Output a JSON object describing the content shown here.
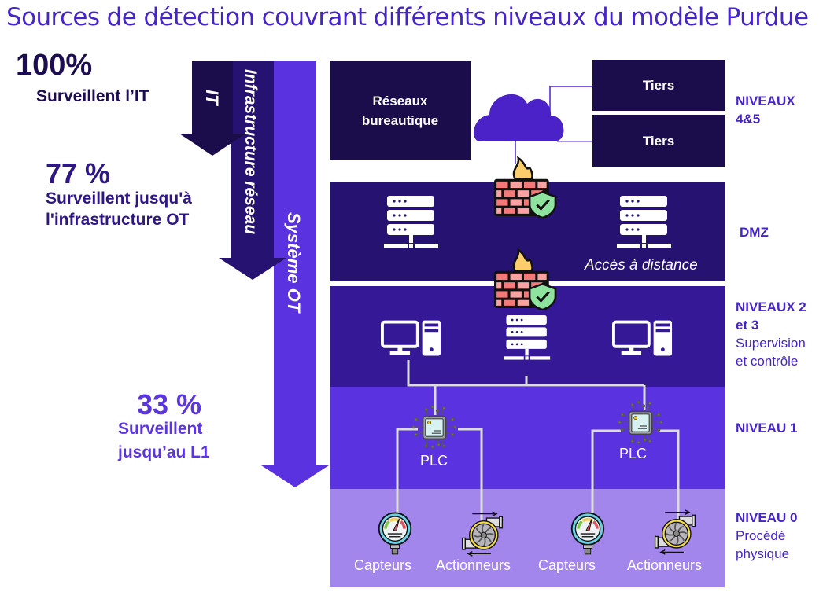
{
  "title": "Sources de détection couvrant différents niveaux du modèle Purdue",
  "stats": [
    {
      "value": "100%",
      "label": "Surveillent l’IT"
    },
    {
      "value": "77 %",
      "label_line1": "Surveillent jusqu'à",
      "label_line2": "l'infrastructure OT"
    },
    {
      "value": "33 %",
      "label_line1": "Surveillent",
      "label_line2": "jusqu’au L1"
    }
  ],
  "arrows": {
    "it": "IT",
    "infra": "Infrastructure réseau",
    "ot": "Système OT"
  },
  "levels_4_5": {
    "office_network_line1": "Réseaux",
    "office_network_line2": "bureautique",
    "third_party_1": "Tiers",
    "third_party_2": "Tiers",
    "label_line1": "NIVEAUX",
    "label_line2": "4&5"
  },
  "dmz": {
    "remote_access": "Accès à distance",
    "label": "DMZ"
  },
  "levels_2_3": {
    "label_line1": "NIVEAUX 2",
    "label_line2": "et 3",
    "desc_line1": "Supervision",
    "desc_line2": "et contrôle"
  },
  "level_1": {
    "plc_1": "PLC",
    "plc_2": "PLC",
    "label": "NIVEAU 1"
  },
  "level_0": {
    "devices": [
      "Capteurs",
      "Actionneurs",
      "Capteurs",
      "Actionneurs"
    ],
    "label": "NIVEAU 0",
    "desc_line1": "Procédé",
    "desc_line2": "physique"
  },
  "colors": {
    "title": "#4524c9",
    "dark_navy": "#1b0c4b",
    "dmz_band": "#261270",
    "l23_band": "#341896",
    "l1_band": "#5b32e0",
    "l0_band": "#a286ec",
    "cloud": "#4a22c8"
  }
}
